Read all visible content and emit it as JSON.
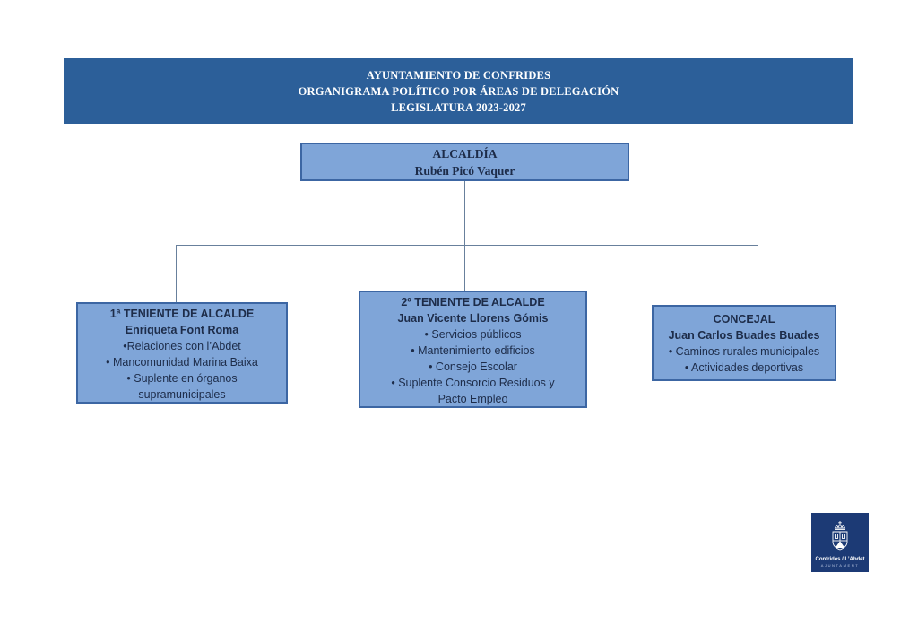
{
  "banner": {
    "line1": "AYUNTAMIENTO DE CONFRIDES",
    "line2": "ORGANIGRAMA POLÍTICO POR ÁREAS DE DELEGACIÓN",
    "line3": "LEGISLATURA 2023-2027"
  },
  "org_chart": {
    "root": {
      "title": "ALCALDÍA",
      "name": "Rubén Picó Vaquer"
    },
    "children": [
      {
        "title": "1ª TENIENTE DE ALCALDE",
        "name": "Enriqueta Font Roma",
        "bullets": [
          "•Relaciones con l’Abdet",
          "• Mancomunidad Marina Baixa",
          "• Suplente en órganos\nsupramunicipales"
        ]
      },
      {
        "title": "2º TENIENTE DE ALCALDE",
        "name": "Juan Vicente Llorens Gómis",
        "bullets": [
          "• Servicios públicos",
          "• Mantenimiento edificios",
          "• Consejo Escolar",
          "• Suplente Consorcio Residuos y\nPacto Empleo"
        ]
      },
      {
        "title": "CONCEJAL",
        "name": "Juan Carlos Buades Buades",
        "bullets": [
          "• Caminos rurales municipales",
          "• Actividades deportivas"
        ]
      }
    ]
  },
  "logo": {
    "municipality": "Confrides / L’Abdet",
    "institution": "AJUNTAMENT"
  },
  "colors": {
    "banner_bg": "#2c5f99",
    "banner_text": "#ffffff",
    "box_fill": "#7fa5d8",
    "box_border": "#3c66a3",
    "box_text": "#1d2c49",
    "connector": "#68809c",
    "logo_bg": "#1c3a75"
  }
}
